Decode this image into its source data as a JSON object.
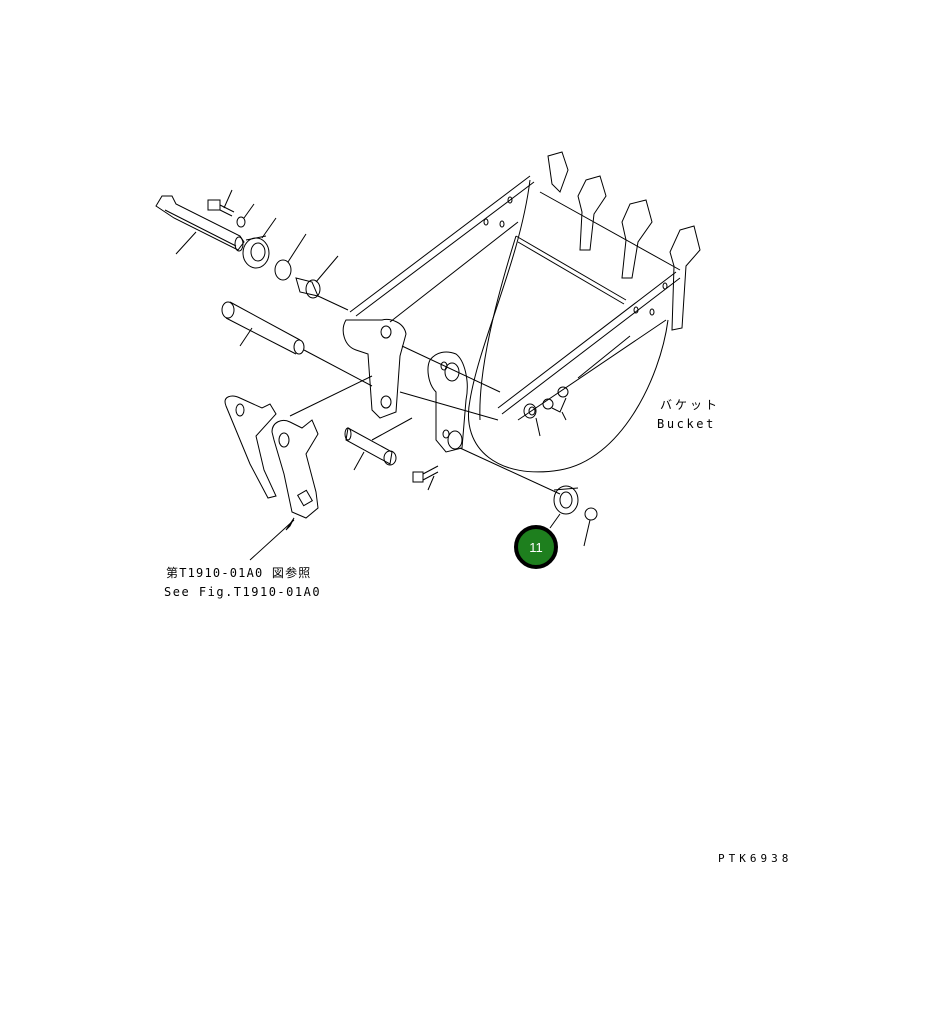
{
  "diagram": {
    "type": "exploded-parts-view",
    "subject": "Bucket assembly",
    "labels": {
      "bucket_jp": "バケット",
      "bucket_en": "Bucket",
      "see_fig_jp": "第T1910-01A0 図参照",
      "see_fig_en": "See Fig.T1910-01A0",
      "drawing_code": "PTK6938"
    },
    "callouts": [
      {
        "number": "11",
        "color": "#1e7f1e"
      }
    ]
  }
}
